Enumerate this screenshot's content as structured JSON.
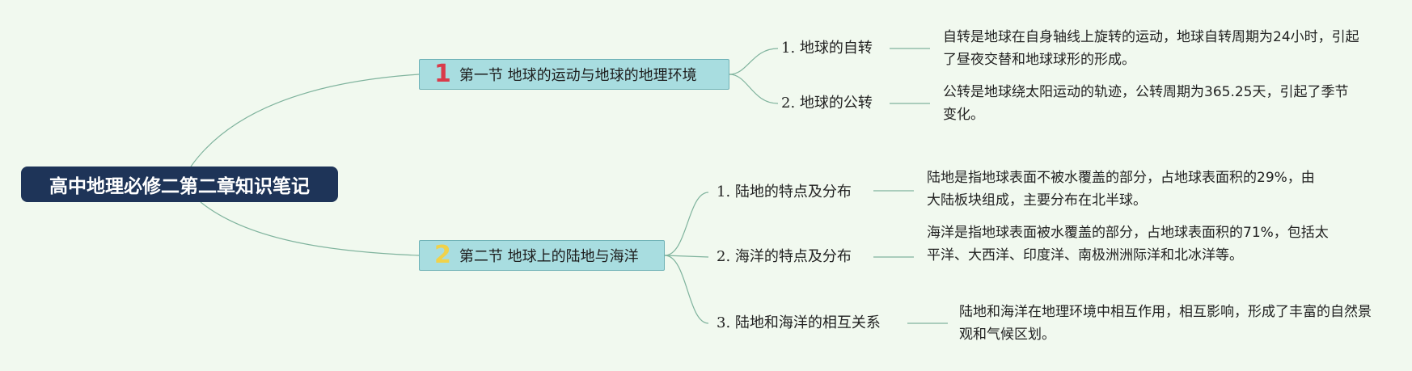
{
  "root": {
    "title": "高中地理必修二第二章知识笔记"
  },
  "sections": [
    {
      "num": "1",
      "num_color": "#d93a4a",
      "title": "第一节 地球的运动与地球的地理环境",
      "topics": [
        {
          "label": "1. 地球的自转",
          "detail": "自转是地球在自身轴线上旋转的运动，地球自转周期为24小时，引起了昼夜交替和地球球形的形成。"
        },
        {
          "label": "2. 地球的公转",
          "detail": "公转是地球绕太阳运动的轨迹，公转周期为365.25天，引起了季节变化。"
        }
      ]
    },
    {
      "num": "2",
      "num_color": "#f0d24a",
      "title": "第二节 地球上的陆地与海洋",
      "topics": [
        {
          "label": "1. 陆地的特点及分布",
          "detail": "陆地是指地球表面不被水覆盖的部分，占地球表面积的29%，由大陆板块组成，主要分布在北半球。"
        },
        {
          "label": "2. 海洋的特点及分布",
          "detail": "海洋是指地球表面被水覆盖的部分，占地球表面积的71%，包括太平洋、大西洋、印度洋、南极洲洲际洋和北冰洋等。"
        },
        {
          "label": "3. 陆地和海洋的相互关系",
          "detail": "陆地和海洋在地理环境中相互作用，相互影响，形成了丰富的自然景观和气候区划。"
        }
      ]
    }
  ],
  "colors": {
    "line": "#7fb39d",
    "root_bg": "#1e3458",
    "section_bg": "#a8dde0",
    "background": "#f1f9ef"
  }
}
